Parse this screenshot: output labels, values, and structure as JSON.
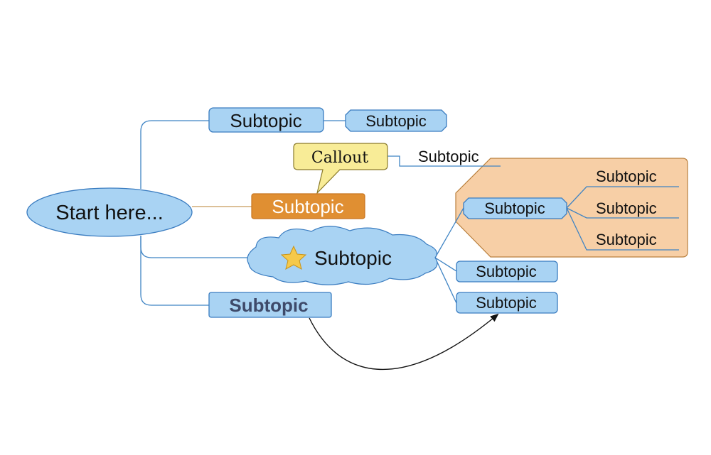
{
  "colors": {
    "topic_fill": "#a9d3f3",
    "topic_stroke": "#3a7cc0",
    "orange_fill": "#e08f32",
    "orange_stroke": "#c8741e",
    "boundary_fill": "#f7cfa6",
    "boundary_stroke": "#b97f3c",
    "callout_fill": "#f8ec97",
    "callout_stroke": "#8a7a2a",
    "relationship": "#111111",
    "star": "#f6c94a"
  },
  "central": {
    "label": "Start here..."
  },
  "branches": {
    "top": {
      "label": "Subtopic",
      "child": "Subtopic"
    },
    "callout_branch": {
      "label": "Subtopic",
      "callout": "Callout",
      "callout_child": "Subtopic"
    },
    "cloud": {
      "label": "Subtopic",
      "icon": "star-icon",
      "children": [
        {
          "label": "Subtopic",
          "children": [
            "Subtopic",
            "Subtopic",
            "Subtopic"
          ]
        },
        {
          "label": "Subtopic"
        },
        {
          "label": "Subtopic"
        }
      ]
    },
    "bottom": {
      "label": "Subtopic"
    }
  }
}
